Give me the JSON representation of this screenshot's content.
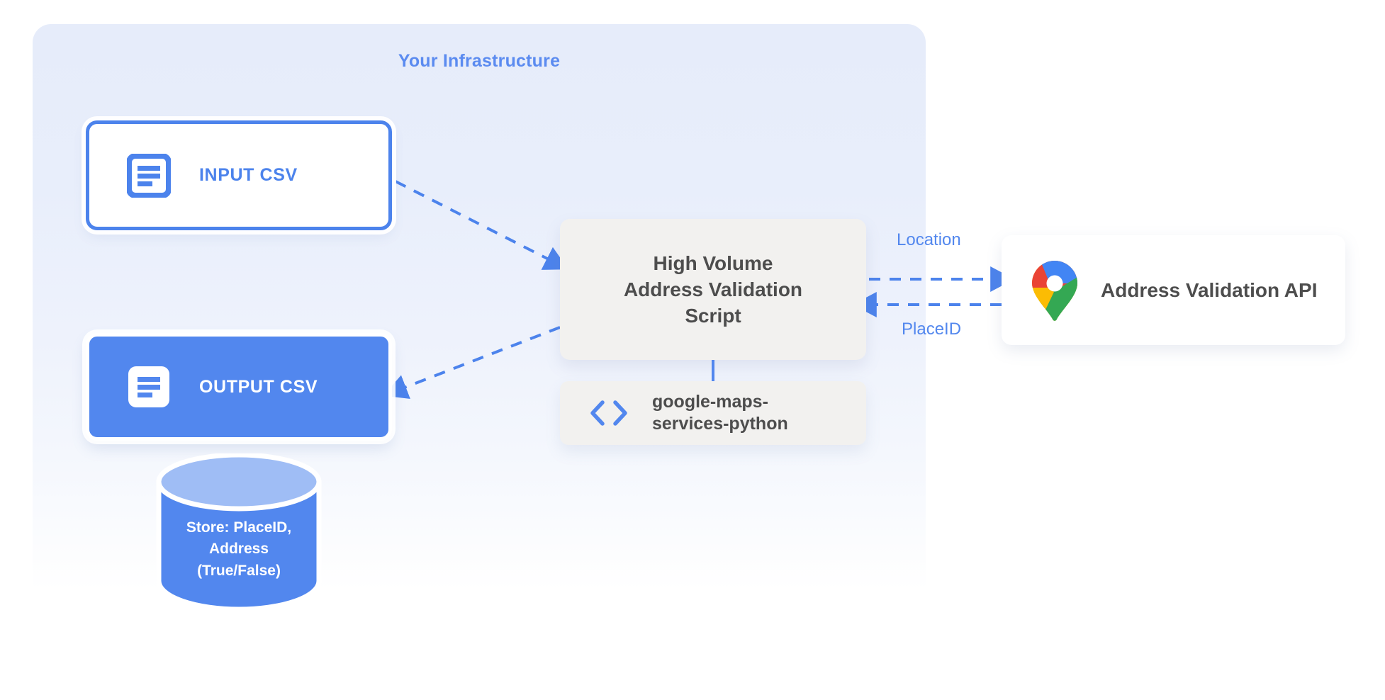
{
  "panel": {
    "title": "Your Infrastructure"
  },
  "nodes": {
    "input_csv": {
      "label": "INPUT CSV",
      "icon": "document-icon"
    },
    "output_csv": {
      "label": "OUTPUT CSV",
      "icon": "document-icon"
    },
    "script": {
      "line1": "High Volume",
      "line2": "Address Validation",
      "line3": "Script"
    },
    "library": {
      "line1": "google-maps-",
      "line2": "services-python",
      "icon": "code-brackets-icon"
    },
    "api": {
      "label": "Address Validation API",
      "icon": "google-maps-pin-icon"
    },
    "database": {
      "line1": "Store: PlaceID,",
      "line2": "Address",
      "line3": "(True/False)"
    }
  },
  "edges": {
    "location_label": "Location",
    "placeid_label": "PlaceID"
  },
  "colors": {
    "accent_blue": "#5287ee",
    "title_blue": "#5b8bf0",
    "panel_bg": "#e6ecfa",
    "box_gray": "#f2f1ef",
    "text_dark": "#4d4d4d",
    "db_top": "#9fbdf5",
    "db_body": "#5287ee",
    "maps_blue": "#4285f4",
    "maps_red": "#ea4335",
    "maps_yellow": "#fbbc04",
    "maps_green": "#34a853"
  }
}
